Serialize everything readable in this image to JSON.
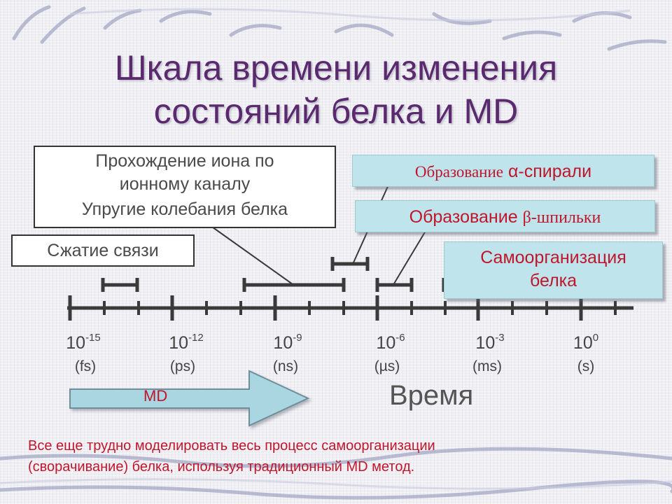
{
  "slide": {
    "title_line1": "Шкала времени изменения",
    "title_line2": "состояний белка и MD"
  },
  "boxes": {
    "ion_channel_line1": "Прохождение иона по",
    "ion_channel_line2": "ионному каналу",
    "elastic_vibrations": "Упругие колебания белка",
    "bond_compression": "Сжатие связи",
    "alpha_helix_word": "Образование",
    "alpha_helix_term": "α-спирали",
    "beta_hairpin_word": "Образование",
    "beta_hairpin_term": "β-шпильки",
    "self_org_line1": "Самоорганизация",
    "self_org_line2": "белка"
  },
  "axis": {
    "ticks": [
      {
        "base": "10",
        "exp": "-15",
        "unit": "(fs)"
      },
      {
        "base": "10",
        "exp": "-12",
        "unit": "(ps)"
      },
      {
        "base": "10",
        "exp": "-9",
        "unit": "(ns)"
      },
      {
        "base": "10",
        "exp": "-6",
        "unit": "(µs)"
      },
      {
        "base": "10",
        "exp": "-3",
        "unit": "(ms)"
      },
      {
        "base": "10",
        "exp": "0",
        "unit": "(s)"
      }
    ],
    "axis_label": "Время"
  },
  "md_arrow": {
    "label": "MD"
  },
  "footer": {
    "line1": "Все еще трудно моделировать весь процесс самоорганизации",
    "line2": "(сворачивание) белка, используя традиционный MD метод."
  },
  "colors": {
    "title": "#5b2a6e",
    "accent_red": "#c0162b",
    "teal_fill": "#bfe4ec",
    "arrow_fill": "#a9d6e0"
  }
}
